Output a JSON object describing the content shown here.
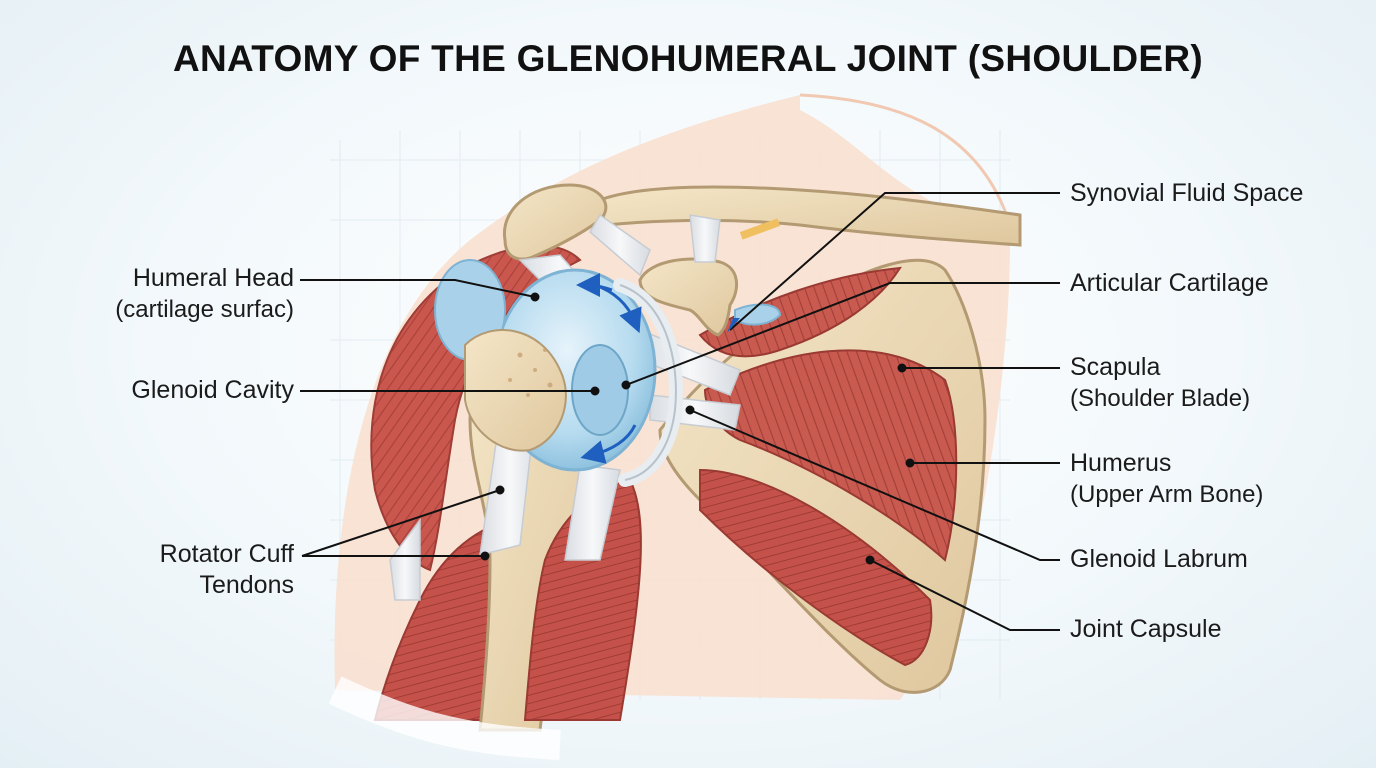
{
  "title": "ANATOMY OF THE GLENOHUMERAL JOINT (SHOULDER)",
  "labels": {
    "humeral_head": {
      "line1": "Humeral Head",
      "line2": "(cartilage surfac)"
    },
    "glenoid_cavity": {
      "line1": "Glenoid Cavity"
    },
    "rotator_cuff": {
      "line1": "Rotator Cuff",
      "line2": "Tendons"
    },
    "synovial_fluid": {
      "line1": "Synovial Fluid Space"
    },
    "articular_cartilage": {
      "line1": "Articular Cartilage"
    },
    "scapula": {
      "line1": "Scapula",
      "line2": "(Shoulder Blade)"
    },
    "humerus": {
      "line1": "Humerus",
      "line2": "(Upper Arm Bone)"
    },
    "glenoid_labrum": {
      "line1": "Glenoid Labrum"
    },
    "joint_capsule": {
      "line1": "Joint Capsule"
    }
  },
  "colors": {
    "bone": "#ecd9b4",
    "bone_edge": "#b9a07a",
    "muscle": "#c9574e",
    "tendon": "#eef0f2",
    "cartilage": "#a9d2ea",
    "skin": "#f8e0d0",
    "arrow": "#1f5fbf",
    "leader": "#111111"
  }
}
